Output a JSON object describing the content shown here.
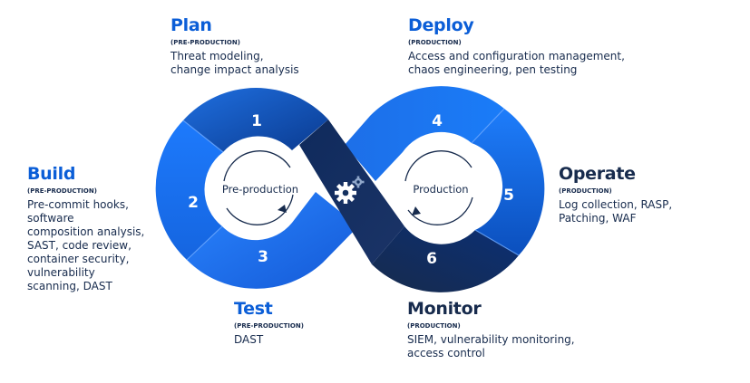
{
  "center": {
    "left_label": "Pre-production",
    "right_label": "Production"
  },
  "segment_numbers": {
    "plan": "1",
    "build": "2",
    "test": "3",
    "deploy": "4",
    "operate": "5",
    "monitor": "6"
  },
  "stages": {
    "plan": {
      "title": "Plan",
      "tag": "(PRE-PRODUCTION)",
      "desc": "Threat modeling,\nchange impact analysis"
    },
    "deploy": {
      "title": "Deploy",
      "tag": "(PRODUCTION)",
      "desc": "Access and configuration management,\nchaos engineering, pen testing"
    },
    "build": {
      "title": "Build",
      "tag": "(PRE-PRODUCTION)",
      "desc": "Pre-commit hooks,\nsoftware\ncomposition analysis,\nSAST, code review,\ncontainer security,\nvulnerability\nscanning, DAST"
    },
    "operate": {
      "title": "Operate",
      "tag": "(PRODUCTION)",
      "desc": "Log collection, RASP,\nPatching, WAF"
    },
    "test": {
      "title": "Test",
      "tag": "(PRE-PRODUCTION)",
      "desc": "DAST"
    },
    "monitor": {
      "title": "Monitor",
      "tag": "(PRODUCTION)",
      "desc": "SIEM, vulnerability monitoring,\naccess control"
    }
  },
  "icons": {
    "center": "gears-icon"
  },
  "colors": {
    "bright_blue": "#1d7afc",
    "mid_blue": "#0c66e4",
    "deep_blue": "#0b3f9e",
    "navy": "#172b4d",
    "title_blue": "#0b5ed7"
  }
}
